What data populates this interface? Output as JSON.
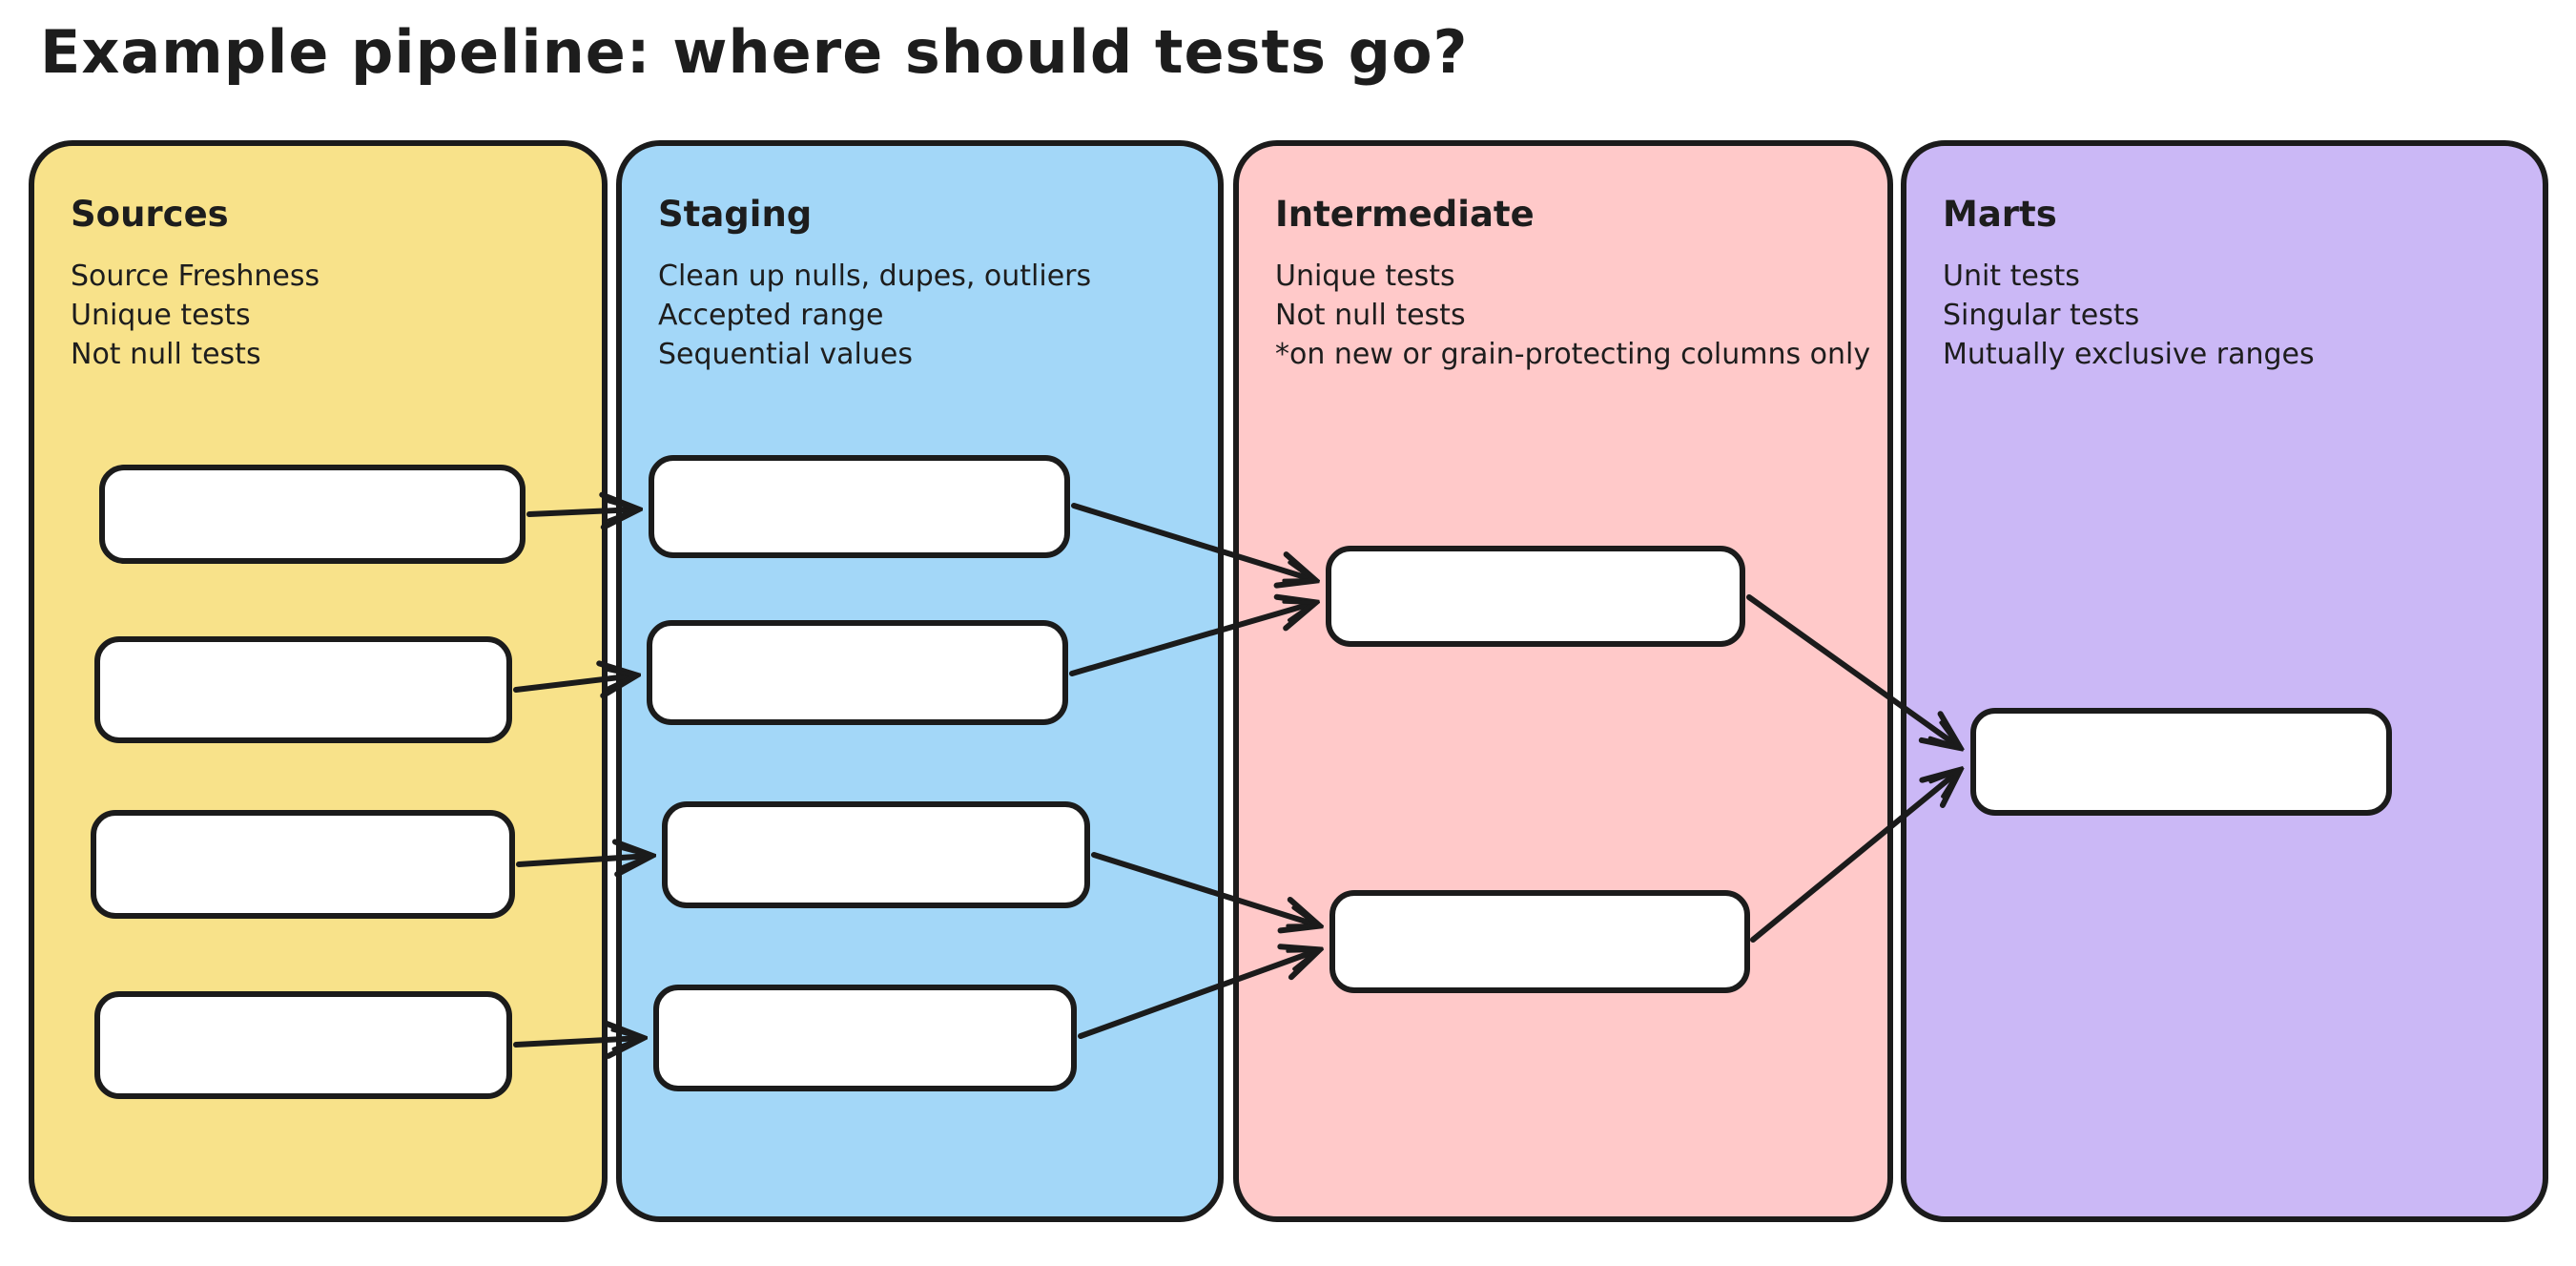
{
  "title": "Example pipeline: where should tests go?",
  "colors": {
    "ink": "#1b1b1b",
    "node_fill": "#ffffff",
    "background": "#ffffff"
  },
  "columns": [
    {
      "id": "sources",
      "label": "Sources",
      "color": "#f8e28a",
      "tests": [
        "Source Freshness",
        "Unique tests",
        "Not null tests"
      ],
      "node_count": 4
    },
    {
      "id": "staging",
      "label": "Staging",
      "color": "#a3d7f8",
      "tests": [
        "Clean up nulls, dupes, outliers",
        "Accepted range",
        "Sequential values"
      ],
      "node_count": 4
    },
    {
      "id": "intermediate",
      "label": "Intermediate",
      "color": "#ffc9c9",
      "tests": [
        "Unique tests",
        "Not null tests",
        "*on new or grain-protecting columns only"
      ],
      "node_count": 2
    },
    {
      "id": "marts",
      "label": "Marts",
      "color": "#cbb8f6",
      "tests": [
        "Unit tests",
        "Singular tests",
        "Mutually exclusive ranges"
      ],
      "node_count": 1
    }
  ],
  "edges": [
    {
      "from": "sources-1",
      "to": "staging-1"
    },
    {
      "from": "sources-2",
      "to": "staging-2"
    },
    {
      "from": "sources-3",
      "to": "staging-3"
    },
    {
      "from": "sources-4",
      "to": "staging-4"
    },
    {
      "from": "staging-1",
      "to": "intermediate-1"
    },
    {
      "from": "staging-2",
      "to": "intermediate-1"
    },
    {
      "from": "staging-3",
      "to": "intermediate-2"
    },
    {
      "from": "staging-4",
      "to": "intermediate-2"
    },
    {
      "from": "intermediate-1",
      "to": "marts-1"
    },
    {
      "from": "intermediate-2",
      "to": "marts-1"
    }
  ]
}
